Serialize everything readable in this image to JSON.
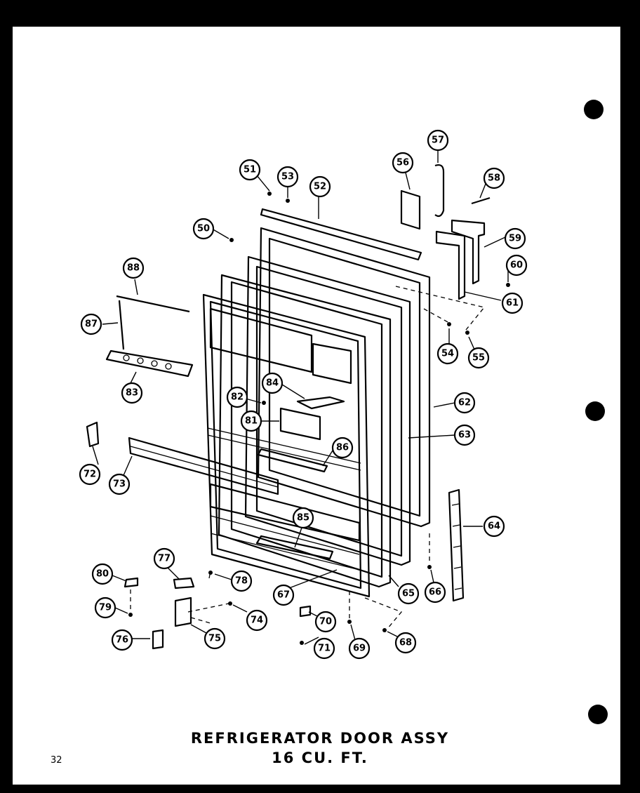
{
  "title": {
    "line1": "REFRIGERATOR DOOR ASSY",
    "line2": "16 CU. FT."
  },
  "page_number": "32",
  "callouts": [
    "50",
    "51",
    "52",
    "53",
    "54",
    "55",
    "56",
    "57",
    "58",
    "59",
    "60",
    "61",
    "62",
    "63",
    "64",
    "65",
    "66",
    "67",
    "68",
    "69",
    "70",
    "71",
    "72",
    "73",
    "74",
    "75",
    "76",
    "77",
    "78",
    "79",
    "80",
    "81",
    "82",
    "83",
    "84",
    "85",
    "86",
    "87",
    "88"
  ]
}
